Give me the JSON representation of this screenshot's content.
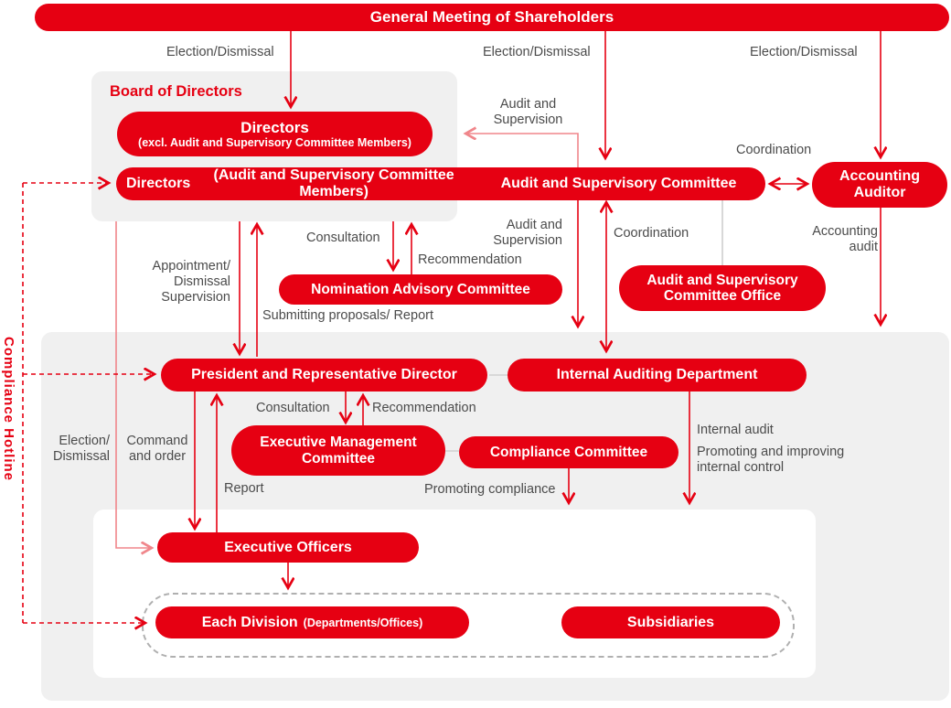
{
  "colors": {
    "brand_red": "#e60012",
    "soft_red": "#f0868b",
    "label_gray": "#4b4b4b",
    "panel_gray": "#f0f0f0",
    "connector_gray": "#d8d8d8",
    "dashed_border_gray": "#b0b0b0",
    "white": "#ffffff"
  },
  "nodes": {
    "general_meeting": "General Meeting of Shareholders",
    "board_title": "Board of Directors",
    "directors_excl": {
      "title": "Directors",
      "sub": "(excl. Audit and Supervisory Committee Members)"
    },
    "directors_asc": {
      "title": "Directors",
      "sub": "(Audit and Supervisory Committee Members)"
    },
    "audit_committee": "Audit and Supervisory Committee",
    "accounting_auditor": {
      "line1": "Accounting",
      "line2": "Auditor"
    },
    "nomination": "Nomination Advisory Committee",
    "asc_office": {
      "line1": "Audit and Supervisory",
      "line2": "Committee Office"
    },
    "president": "President and Representative Director",
    "internal_auditing": "Internal Auditing Department",
    "emc": {
      "line1": "Executive Management",
      "line2": "Committee"
    },
    "compliance_committee": "Compliance Committee",
    "executive_officers": "Executive Officers",
    "each_division": {
      "title": "Each Division",
      "sub": "(Departments/Offices)"
    },
    "subsidiaries": "Subsidiaries",
    "compliance_hotline": "Compliance Hotline"
  },
  "labels": {
    "election_dismissal_left": "Election/Dismissal",
    "election_dismissal_center": "Election/Dismissal",
    "election_dismissal_right": "Election/Dismissal",
    "audit_supervision_top": {
      "line1": "Audit and",
      "line2": "Supervision"
    },
    "coordination_auditor": "Coordination",
    "accounting_audit": {
      "line1": "Accounting",
      "line2": "audit"
    },
    "audit_supervision_mid": {
      "line1": "Audit and",
      "line2": "Supervision"
    },
    "coordination_internal": "Coordination",
    "appointment": {
      "line1": "Appointment/",
      "line2": "Dismissal",
      "line3": "Supervision"
    },
    "consultation_board": "Consultation",
    "recommendation_board": "Recommendation",
    "submitting_proposals": "Submitting proposals/ Report",
    "consultation_president": "Consultation",
    "recommendation_president": "Recommendation",
    "election_dismissal_officers": {
      "line1": "Election/",
      "line2": "Dismissal"
    },
    "command_and_order": {
      "line1": "Command",
      "line2": "and order"
    },
    "report": "Report",
    "promoting_compliance": "Promoting compliance",
    "internal_audit": "Internal audit",
    "promoting_internal_control": {
      "line1": "Promoting and improving",
      "line2": "internal control"
    }
  }
}
